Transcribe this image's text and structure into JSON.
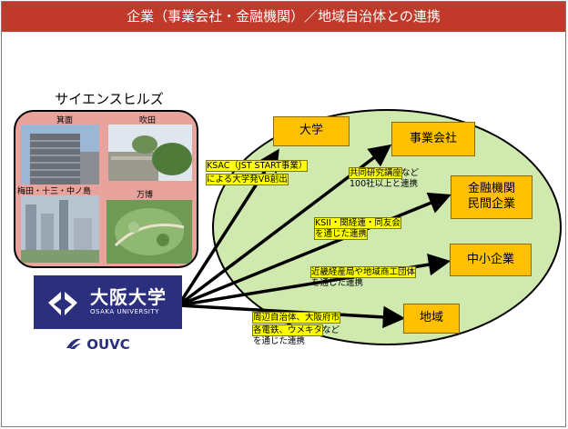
{
  "header": {
    "title": "企業（事業会社・金融機関）／地域自治体との連携"
  },
  "science_hills": {
    "title": "サイエンスヒルズ",
    "labels": {
      "minoh": "箕面",
      "suita": "吹田",
      "umeda": "梅田・十三・中ノ島",
      "banpaku": "万博"
    }
  },
  "logo": {
    "jp": "大阪大学",
    "en": "OSAKA UNIVERSITY",
    "ouvc": "OUVC"
  },
  "targets": [
    {
      "lines": [
        "大学"
      ]
    },
    {
      "lines": [
        "事業会社"
      ]
    },
    {
      "lines": [
        "金融機関",
        "民間企業"
      ]
    },
    {
      "lines": [
        "中小企業"
      ]
    },
    {
      "lines": [
        "地域"
      ]
    }
  ],
  "notes": {
    "univ": {
      "line1": "KSAC（JST START事業）",
      "line2": "による大学発VB創出"
    },
    "company": {
      "line1_hl": "共同研究講座",
      "line1_rest": "など",
      "line2": "100社以上と連携"
    },
    "finance": {
      "line1": "KSII・関経連・同友会",
      "line2": "を通じた連携"
    },
    "sme": {
      "line1": "近畿経産局や地域商工団体",
      "line2": "を通じた連携"
    },
    "region": {
      "line1": "周辺自治体、大阪府市",
      "line2_hl": "各電鉄、ウメキタ",
      "line2_rest": "など",
      "line3": "を通じた連携"
    }
  },
  "colors": {
    "header": "#c0392b",
    "panel": "#e8a49c",
    "oval": "#cfe9ae",
    "box": "#ffc000",
    "highlight": "#ffff00",
    "logo": "#2c2f7e"
  }
}
